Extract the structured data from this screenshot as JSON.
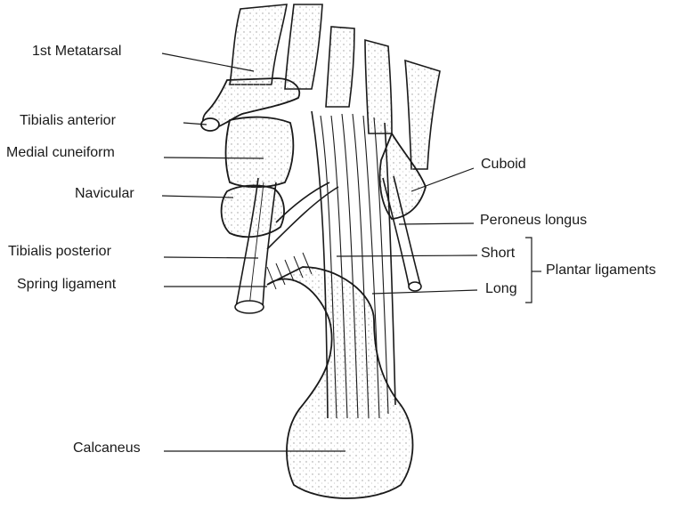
{
  "labels": {
    "first_metatarsal": "1st Metatarsal",
    "tibialis_anterior": "Tibialis anterior",
    "medial_cuneiform": "Medial cuneiform",
    "navicular": "Navicular",
    "tibialis_posterior": "Tibialis posterior",
    "spring_ligament": "Spring ligament",
    "calcaneus": "Calcaneus",
    "cuboid": "Cuboid",
    "peroneus_longus": "Peroneus longus",
    "short": "Short",
    "long": "Long",
    "plantar_ligaments": "Plantar ligaments"
  },
  "colors": {
    "ink": "#1a1a1a",
    "stipple": "#9a9a9a",
    "background": "#ffffff"
  }
}
